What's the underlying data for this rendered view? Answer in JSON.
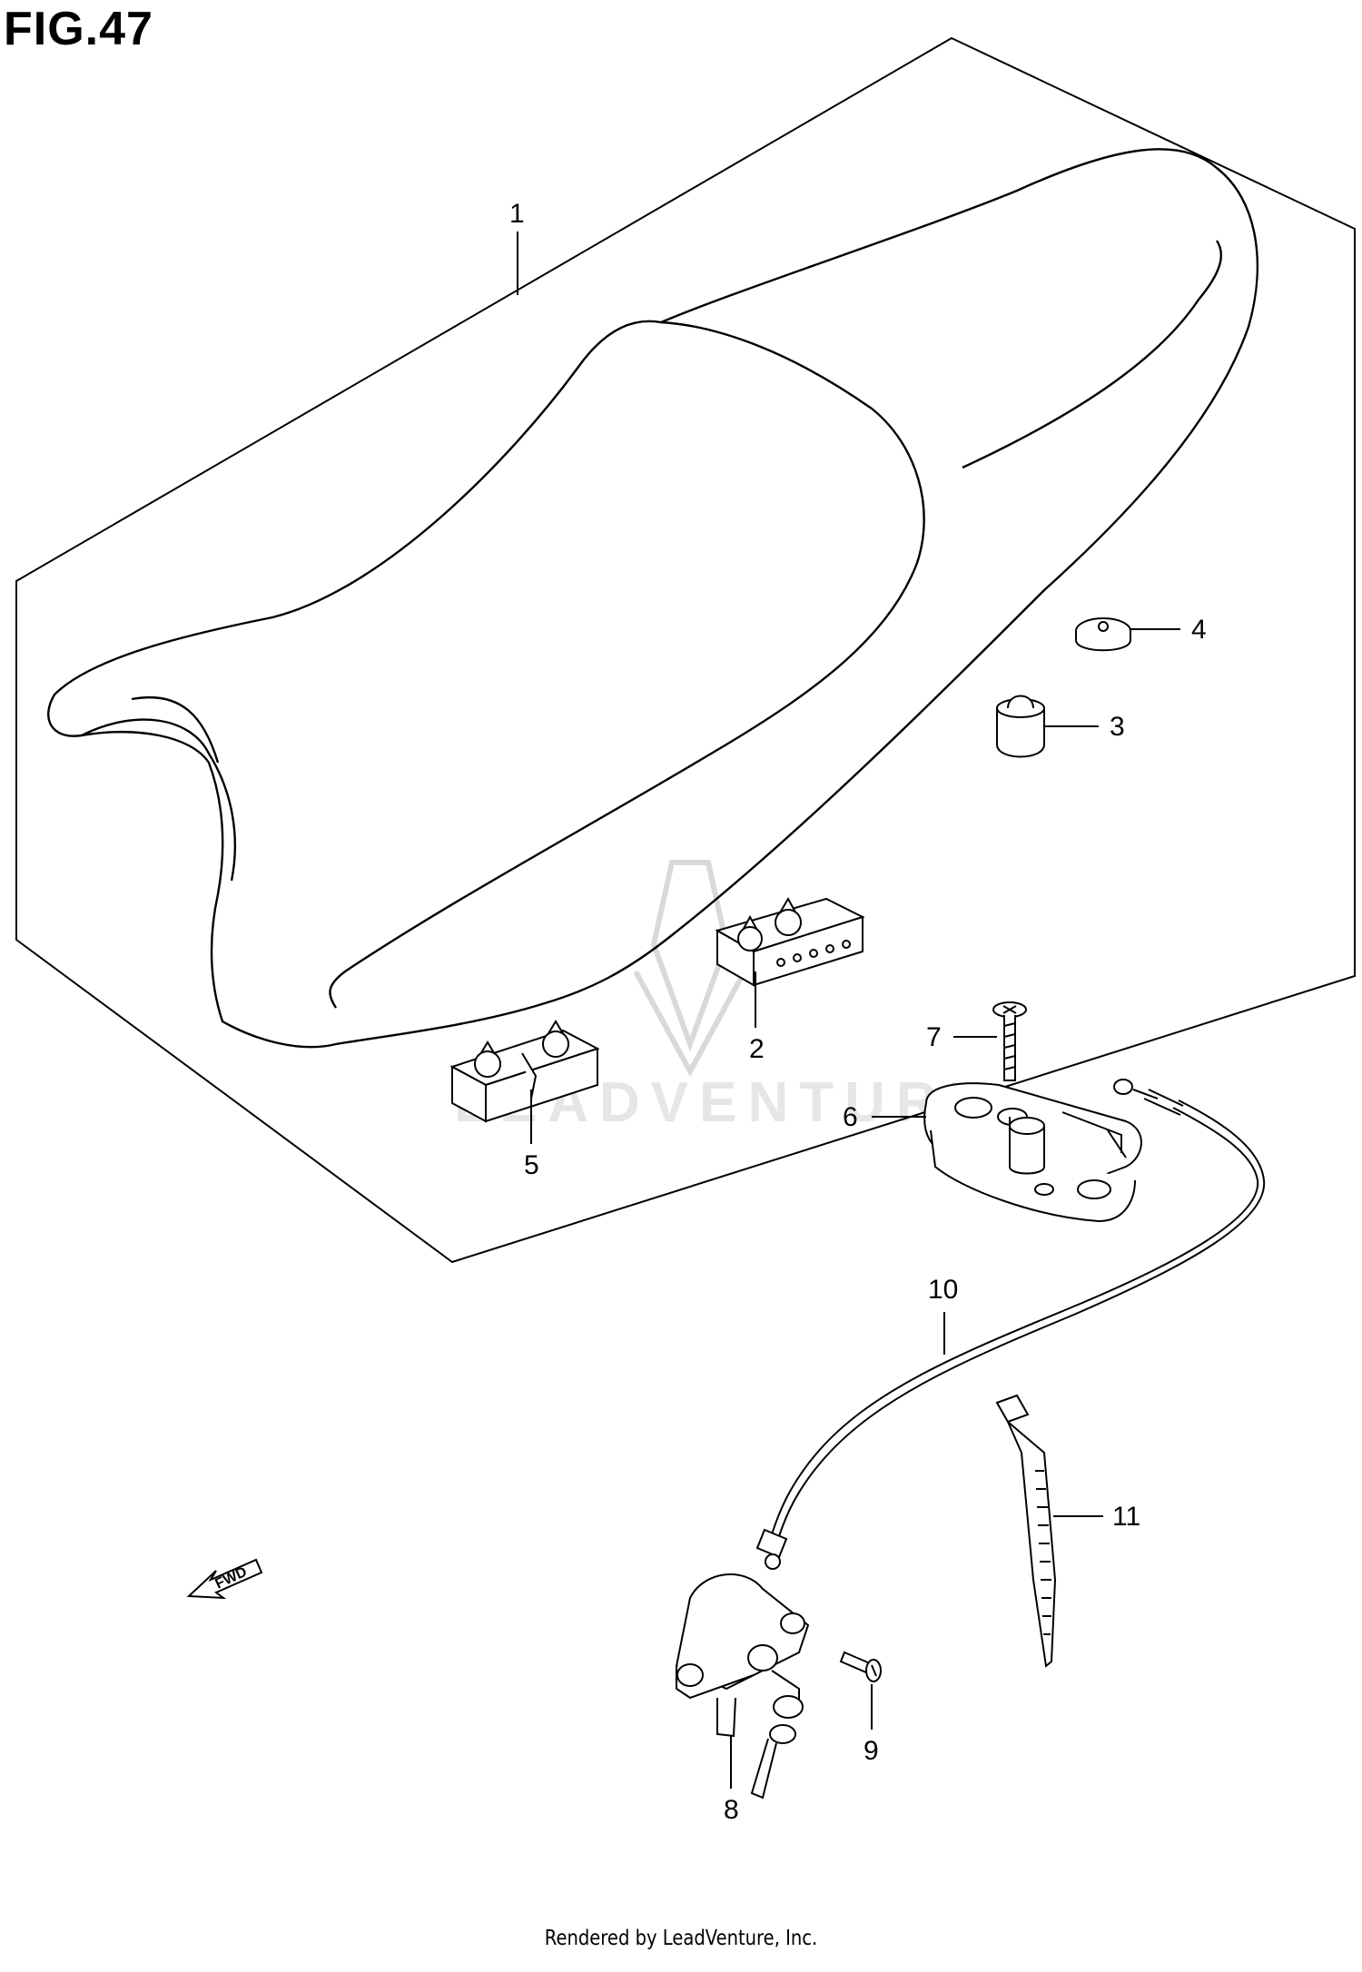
{
  "figure": {
    "title": "FIG.47",
    "footer": "Rendered by LeadVenture, Inc.",
    "watermark": "LEADVENTURE"
  },
  "fwd_label": "FWD",
  "callouts": [
    {
      "id": "seat",
      "label": "1"
    },
    {
      "id": "cushion-a",
      "label": "2"
    },
    {
      "id": "bumper",
      "label": "3"
    },
    {
      "id": "grommet",
      "label": "4"
    },
    {
      "id": "cushion-b",
      "label": "5"
    },
    {
      "id": "latch-bracket",
      "label": "6"
    },
    {
      "id": "screw",
      "label": "7"
    },
    {
      "id": "seat-lock",
      "label": "8"
    },
    {
      "id": "lock-screw",
      "label": "9"
    },
    {
      "id": "cable",
      "label": "10"
    },
    {
      "id": "clamp-band",
      "label": "11"
    }
  ]
}
